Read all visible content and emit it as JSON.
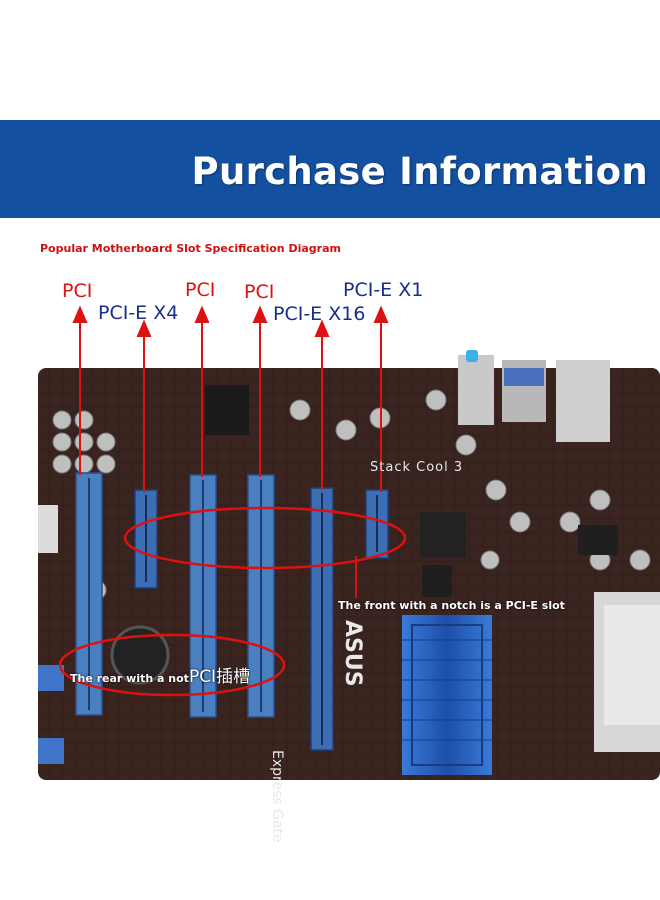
{
  "banner": {
    "title": "Purchase Information",
    "background": "#1450a0"
  },
  "diagram": {
    "subtitle": "Popular Motherboard Slot Specification Diagram",
    "labels": {
      "pci_1": "PCI",
      "pcie_x4": "PCI-E X4",
      "pci_2": "PCI",
      "pci_3": "PCI",
      "pcie_x16": "PCI-E X16",
      "pcie_x1": "PCI-E X1"
    },
    "notes": {
      "front": "The front with a notch is a PCI-E slot",
      "rear_prefix": "The rear with a not",
      "rear_suffix": "PCI插槽"
    },
    "board_text": {
      "stack_cool": "Stack Cool 3",
      "express_gate": "Express Gate",
      "asus": "ASUS"
    },
    "colors": {
      "board": "#3a2420",
      "slot": "#4a7fc0",
      "pci_label": "#dd1111",
      "pcie_label": "#1a2d8a",
      "arrow": "#dd1111",
      "heatsink": "#2f6fc8"
    }
  }
}
